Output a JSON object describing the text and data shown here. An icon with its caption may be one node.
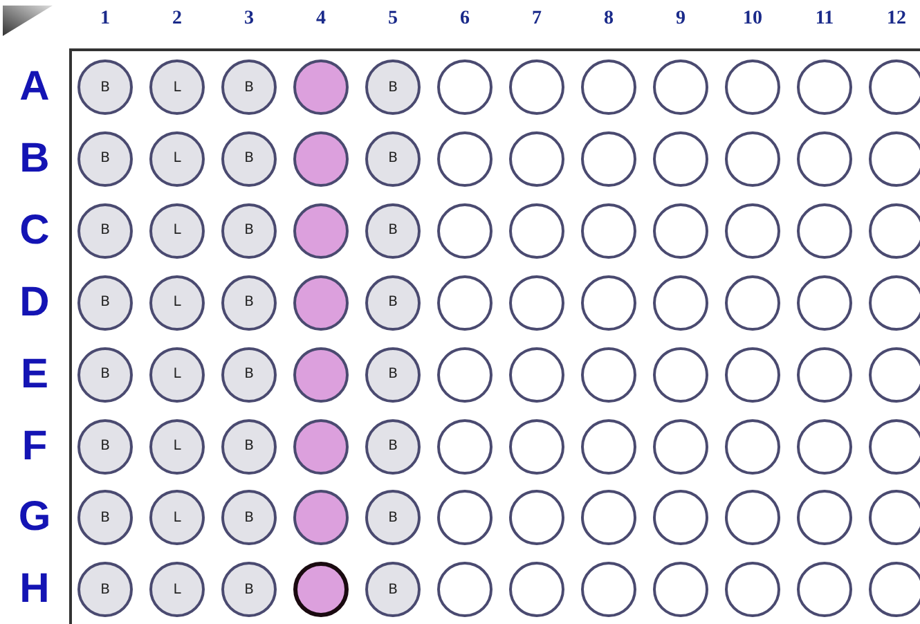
{
  "diagram": {
    "nodes": [
      {
        "text": [
          "B"
        ]
      },
      {
        "text": [
          "L"
        ]
      },
      {
        "text": [
          "B"
        ]
      },
      {
        "text": [],
        "shape": "circle"
      },
      {
        "text": [
          "B"
        ]
      },
      {
        "text": [],
        "shape": "circle"
      },
      {
        "text": [],
        "shape": "circle"
      },
      {
        "text": [],
        "shape": "circle"
      },
      {
        "text": [],
        "shape": "circle"
      },
      {
        "text": [],
        "shape": "circle"
      },
      {
        "text": [],
        "shape": "circle"
      },
      {
        "text": [],
        "shape": "circle"
      },
      {
        "text": [
          "B"
        ]
      },
      {
        "text": [
          "L"
        ]
      },
      {
        "text": [
          "B"
        ]
      },
      {
        "text": [],
        "shape": "circle"
      },
      {
        "text": [
          "B"
        ]
      },
      {
        "text": [],
        "shape": "circle"
      },
      {
        "text": [],
        "shape": "circle"
      },
      {
        "text": [],
        "shape": "circle"
      },
      {
        "text": [],
        "shape": "circle"
      },
      {
        "text": [],
        "shape": "circle"
      },
      {
        "text": [],
        "shape": "circle"
      },
      {
        "text": [],
        "shape": "circle"
      },
      {
        "text": [
          "B"
        ]
      },
      {
        "text": [
          "L"
        ]
      },
      {
        "text": [
          "B"
        ]
      },
      {
        "text": [],
        "shape": "circle"
      },
      {
        "text": [
          "B"
        ]
      },
      {
        "text": [],
        "shape": "circle"
      },
      {
        "text": [],
        "shape": "circle"
      },
      {
        "text": [],
        "shape": "circle"
      },
      {
        "text": [],
        "shape": "circle"
      },
      {
        "text": [],
        "shape": "circle"
      },
      {
        "text": [],
        "shape": "circle"
      },
      {
        "text": [],
        "shape": "circle"
      },
      {
        "text": [
          "B"
        ]
      },
      {
        "text": [
          "L"
        ]
      },
      {
        "text": [
          "B"
        ]
      },
      {
        "text": [],
        "shape": "circle"
      },
      {
        "text": [
          "B"
        ]
      },
      {
        "text": [],
        "shape": "circle"
      },
      {
        "text": [],
        "shape": "circle"
      },
      {
        "text": [],
        "shape": "circle"
      },
      {
        "text": [],
        "shape": "circle"
      },
      {
        "text": [],
        "shape": "circle"
      },
      {
        "text": [],
        "shape": "circle"
      },
      {
        "text": [],
        "shape": "circle"
      },
      {
        "text": [
          "B"
        ]
      },
      {
        "text": [
          "L"
        ]
      },
      {
        "text": [
          "B"
        ]
      },
      {
        "text": [],
        "shape": "circle"
      },
      {
        "text": [
          "B"
        ]
      },
      {
        "text": [],
        "shape": "circle"
      },
      {
        "text": [],
        "shape": "circle"
      },
      {
        "text": [],
        "shape": "circle"
      },
      {
        "text": [],
        "shape": "circle"
      },
      {
        "text": [],
        "shape": "circle"
      },
      {
        "text": [],
        "shape": "circle"
      },
      {
        "text": [],
        "shape": "circle"
      },
      {
        "text": [
          "B"
        ]
      },
      {
        "text": [
          "L"
        ]
      },
      {
        "text": [
          "B"
        ]
      },
      {
        "text": [],
        "shape": "circle"
      },
      {
        "text": [
          "B"
        ]
      },
      {
        "text": [],
        "shape": "circle"
      },
      {
        "text": [],
        "shape": "circle"
      },
      {
        "text": [],
        "shape": "circle"
      },
      {
        "text": [],
        "shape": "circle"
      },
      {
        "text": [],
        "shape": "circle"
      },
      {
        "text": [],
        "shape": "circle"
      },
      {
        "text": [],
        "shape": "circle"
      },
      {
        "text": [
          "B"
        ]
      },
      {
        "text": [
          "L"
        ]
      },
      {
        "text": [
          "B"
        ]
      },
      {
        "text": [],
        "shape": "circle"
      },
      {
        "text": [
          "B"
        ]
      },
      {
        "text": [],
        "shape": "circle"
      },
      {
        "text": [],
        "shape": "circle"
      },
      {
        "text": [],
        "shape": "circle"
      },
      {
        "text": [],
        "shape": "circle"
      },
      {
        "text": [],
        "shape": "circle"
      },
      {
        "text": [],
        "shape": "circle"
      },
      {
        "text": [],
        "shape": "circle"
      },
      {
        "text": [
          "B"
        ]
      },
      {
        "text": [
          "L"
        ]
      },
      {
        "text": [
          "B"
        ]
      },
      {
        "text": [],
        "shape": "circle"
      },
      {
        "text": [
          "B"
        ]
      },
      {
        "text": [],
        "shape": "circle"
      },
      {
        "text": [],
        "shape": "circle"
      },
      {
        "text": [],
        "shape": "circle"
      },
      {
        "text": [],
        "shape": "circle"
      },
      {
        "text": [],
        "shape": "circle"
      },
      {
        "text": [],
        "shape": "circle"
      },
      {
        "text": [],
        "shape": "circle"
      }
    ],
    "labels": [
      "1",
      "2",
      "3",
      "4",
      "5",
      "6",
      "7",
      "8",
      "9",
      "10",
      "11",
      "12",
      "A",
      "B",
      "C",
      "D",
      "E",
      "F",
      "G",
      "H"
    ]
  }
}
